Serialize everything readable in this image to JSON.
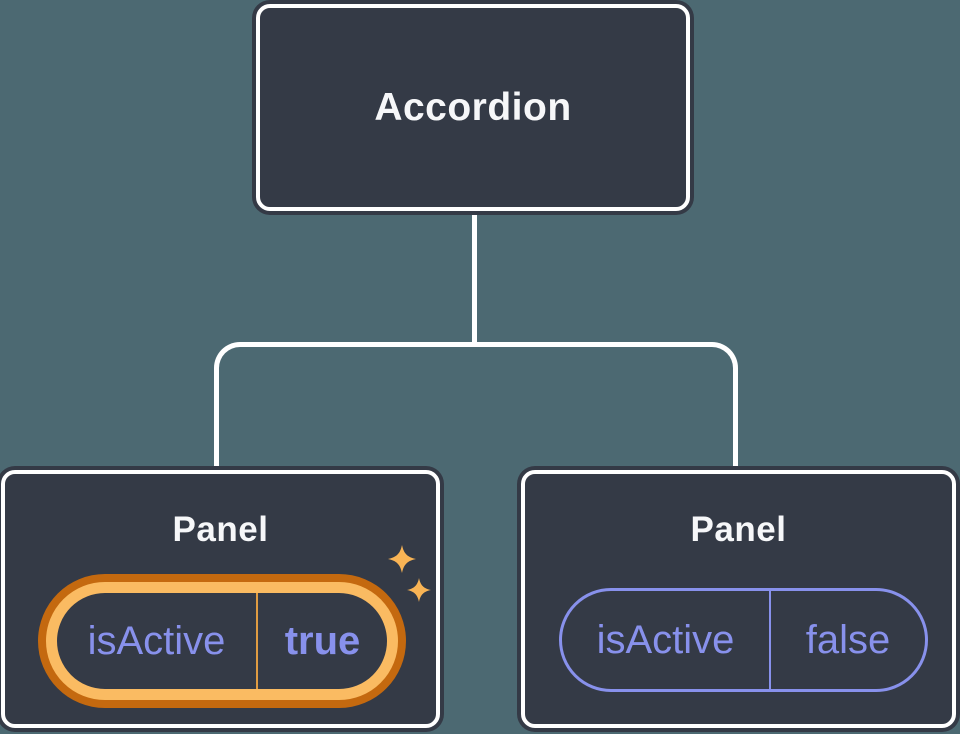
{
  "diagram": {
    "root": {
      "label": "Accordion"
    },
    "panels": [
      {
        "label": "Panel",
        "prop": {
          "name": "isActive",
          "value": "true"
        },
        "highlighted": true
      },
      {
        "label": "Panel",
        "prop": {
          "name": "isActive",
          "value": "false"
        },
        "highlighted": false
      }
    ]
  },
  "icons": {
    "highlight": "sparkle-icon"
  },
  "colors": {
    "background": "#4C6972",
    "node-fill": "#343A46",
    "node-border": "#FFFFFF",
    "connector": "#FFFFFF",
    "title-text": "#F6F7F9",
    "prop-text": "#8891EC",
    "prop-border": "#8891EC",
    "highlight-ring": "#FABB62",
    "highlight-ring-outer": "#C4690F",
    "highlight-divider": "#E09C42",
    "sparkle": "#F9B455"
  }
}
